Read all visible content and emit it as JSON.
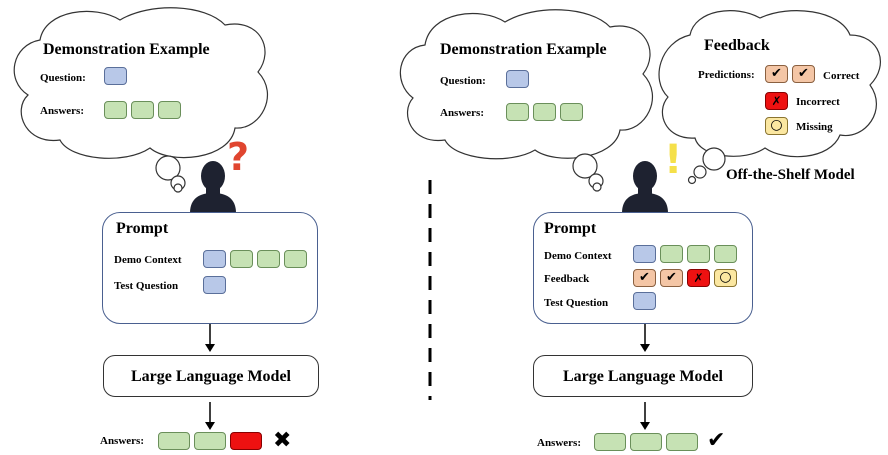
{
  "left": {
    "bubble": {
      "title": "Demonstration Example",
      "question_label": "Question:",
      "answers_label": "Answers:"
    },
    "thought_mark": "?",
    "prompt": {
      "title": "Prompt",
      "demo_context_label": "Demo Context",
      "test_question_label": "Test Question"
    },
    "llm_label": "Large Language Model",
    "answers_label": "Answers:",
    "result_mark": "✖"
  },
  "right": {
    "bubble": {
      "title": "Demonstration Example",
      "question_label": "Question:",
      "answers_label": "Answers:"
    },
    "feedback_bubble": {
      "title": "Feedback",
      "predictions_label": "Predictions:",
      "correct_label": "Correct",
      "incorrect_label": "Incorrect",
      "missing_label": "Missing"
    },
    "thought_mark": "!",
    "model_label": "Off-the-Shelf Model",
    "prompt": {
      "title": "Prompt",
      "demo_context_label": "Demo Context",
      "feedback_label": "Feedback",
      "test_question_label": "Test Question"
    },
    "llm_label": "Large Language Model",
    "answers_label": "Answers:",
    "result_mark": "✔"
  },
  "glyphs": {
    "check": "✔",
    "cross": "✗",
    "circle": "○"
  },
  "colors": {
    "question": "#b8c8e8",
    "answer": "#c6e2b4",
    "wrong": "#ee1111",
    "correct": "#f4c6a6",
    "missing": "#fbe7a1",
    "exclaim": "#f5e04a",
    "qmark": "#e0452f"
  }
}
